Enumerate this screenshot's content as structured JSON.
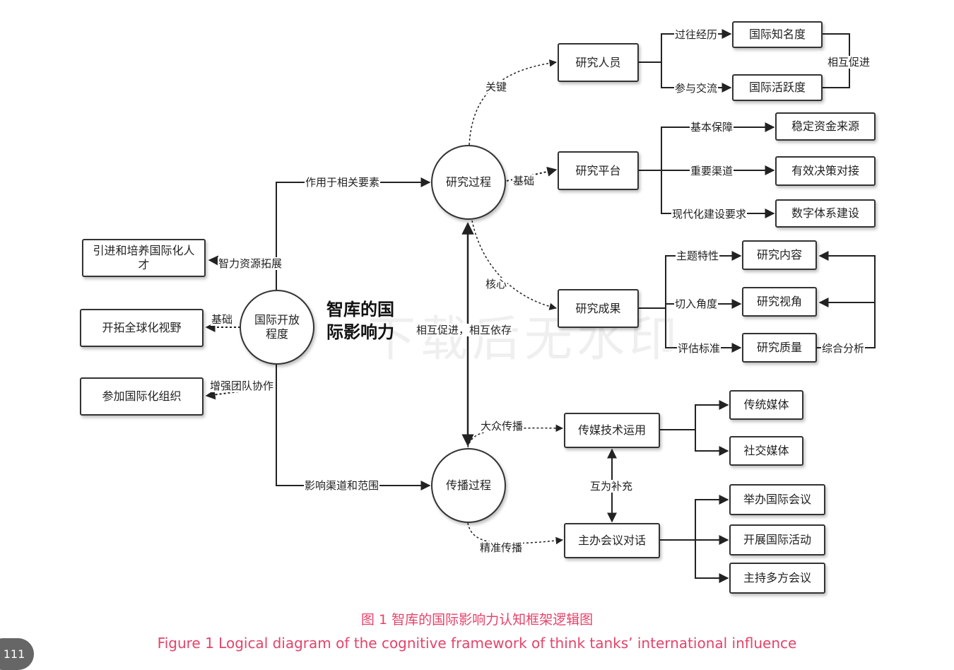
{
  "center_title": "智库的国际影响力",
  "watermark": "下载后无水印",
  "caption_cn": "图 1  智库的国际影响力认知框架逻辑图",
  "caption_en": "Figure 1  Logical diagram of the cognitive framework of think tanks’   international influence",
  "page_number": "111",
  "nodes": {
    "open_attitude": "国际开放程度",
    "research_process": "研究过程",
    "dissemination_process": "传播过程",
    "researchers": "研究人员",
    "platform": "研究平台",
    "results": "研究成果",
    "media_tech": "传媒技术运用",
    "meeting_dialogue": "主办会议对话",
    "talent": "引进和培养国际化人才",
    "global_view": "开拓全球化视野",
    "join_org": "参加国际化组织",
    "intl_fame": "国际知名度",
    "intl_active": "国际活跃度",
    "stable_funds": "稳定资金来源",
    "effective_policy": "有效决策对接",
    "digital_system": "数字体系建设",
    "content": "研究内容",
    "perspective": "研究视角",
    "quality": "研究质量",
    "traditional_media": "传统媒体",
    "social_media": "社交媒体",
    "host_conf": "举办国际会议",
    "intl_activity": "开展国际活动",
    "multilateral": "主持多方会议"
  },
  "edges": {
    "acts_on": "作用于相关要素",
    "intellect_expand": "智力资源拓展",
    "foundation_left": "基础",
    "teamwork": "增强团队协作",
    "influence_channel": "影响渠道和范围",
    "key": "关键",
    "foundation_right": "基础",
    "core": "核心",
    "mutual": "相互促进，相互依存",
    "mass": "大众传播",
    "precise": "精准传播",
    "complement": "互为补充",
    "past_exp": "过往经历",
    "participate": "参与交流",
    "mutual_promote": "相互促进",
    "basic_guarantee": "基本保障",
    "important_channel": "重要渠道",
    "modern_req": "现代化建设要求",
    "theme": "主题特性",
    "entry_angle": "切入角度",
    "eval_std": "评估标准",
    "comprehensive": "综合分析"
  }
}
